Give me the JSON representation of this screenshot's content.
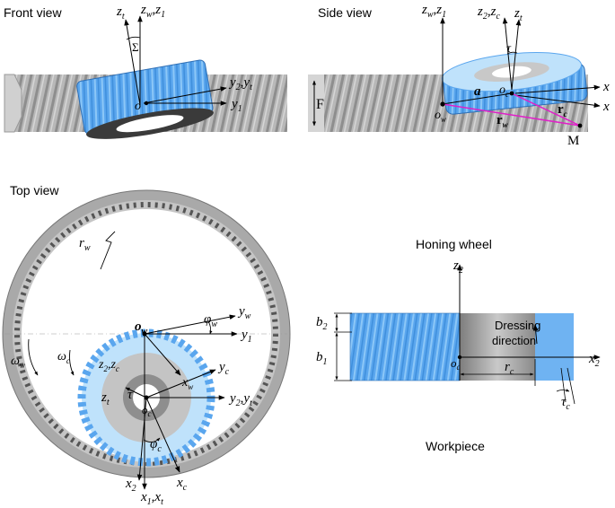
{
  "panels": {
    "front": "Front view",
    "side": "Side view",
    "top": "Top view",
    "honing_wheel": "Honing wheel",
    "workpiece": "Workpiece"
  },
  "front_labels": {
    "zt": "z",
    "zt_sub": "t",
    "zw": "z",
    "zw_sub": "w",
    "z1": ",z",
    "z1_sub": "1",
    "sigma": "Σ",
    "y2": "y",
    "y2_sub": "2",
    "yt": ",y",
    "yt_sub": "t",
    "y1": "y",
    "y1_sub": "1",
    "o": "o"
  },
  "side_labels": {
    "zw": "z",
    "zw_sub": "w",
    "z1": ",z",
    "z1_sub": "1",
    "z2": "z",
    "z2_sub": "2",
    "zc": ",z",
    "zc_sub": "c",
    "zt": "z",
    "zt_sub": "t",
    "tau": "τ",
    "x_upper": "x",
    "x_lower": "x",
    "a": "a",
    "oc": "o",
    "oc_sub": "c",
    "ow": "o",
    "ow_sub": "w",
    "rw": "r",
    "rw_sub": "w",
    "rc": "r",
    "rc_sub": "c",
    "F": "F",
    "M": "M"
  },
  "top_labels": {
    "rw": "r",
    "rw_sub": "w",
    "ow": "o",
    "ow_sub": "w",
    "yw": "y",
    "yw_sub": "w",
    "y1": "y",
    "y1_sub": "1",
    "phiw": "φ",
    "phiw_sub": "w",
    "omega_w": "ω",
    "omega_w_sub": "w",
    "omega_c": "ω",
    "omega_c_sub": "c",
    "z2zc": "z",
    "z2zc_sub": "2",
    "z2zc_b": ",z",
    "z2zc_b_sub": "c",
    "xw": "x",
    "xw_sub": "w",
    "yc": "y",
    "yc_sub": "c",
    "zt": "z",
    "zt_sub": "t",
    "tau": "τ",
    "oc": "o",
    "oc_sub": "c",
    "y2yt": "y",
    "y2yt_sub": "2",
    "y2yt_b": ",y",
    "y2yt_b_sub": "t",
    "phic": "φ",
    "phic_sub": "c",
    "x2": "x",
    "x2_sub": "2",
    "x1xt": "x",
    "x1xt_sub": "1",
    "x1xt_b": ",x",
    "x1xt_b_sub": "t",
    "xc": "x",
    "xc_sub": "c"
  },
  "honing_labels": {
    "z2": "z",
    "z2_sub": "2",
    "b2": "b",
    "b2_sub": "2",
    "b1": "b",
    "b1_sub": "1",
    "dressing1": "Dressing",
    "dressing2": "direction",
    "oc": "o",
    "oc_sub": "c",
    "rc": "r",
    "rc_sub": "c",
    "x2": "x",
    "x2_sub": "2",
    "tauc": "τ",
    "tauc_sub": "c"
  },
  "colors": {
    "gear_blue": "#6fb3f2",
    "gear_blue_light": "#bfe2fb",
    "ring_gray": "#a9a9a9",
    "band_gray": "#9a9a9a",
    "magenta": "#e020c8"
  }
}
